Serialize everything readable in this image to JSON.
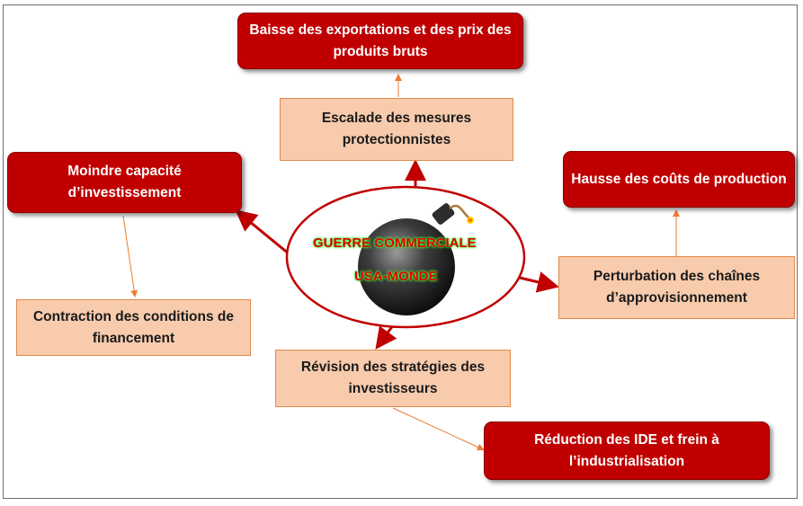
{
  "center": {
    "line1": "GUERRE COMMERCIALE",
    "line2": "USA-MONDE"
  },
  "nodes": {
    "top_red": "Baisse des exportations et des prix des produits bruts",
    "top_peach": "Escalade des mesures protectionnistes",
    "left_red": "Moindre capacité d’investissement",
    "left_peach": "Contraction des conditions de financement",
    "right_red": "Hausse des coûts de production",
    "right_peach": "Perturbation des chaînes d’approvisionnement",
    "bottom_peach": "Révision des stratégies des investisseurs",
    "bottom_red": "Réduction des IDE et frein à l’industrialisation"
  },
  "colors": {
    "dark_red": "#c00000",
    "peach": "#f8cbad",
    "orange_arrow": "#ed7d31"
  },
  "icon": "bomb-icon"
}
